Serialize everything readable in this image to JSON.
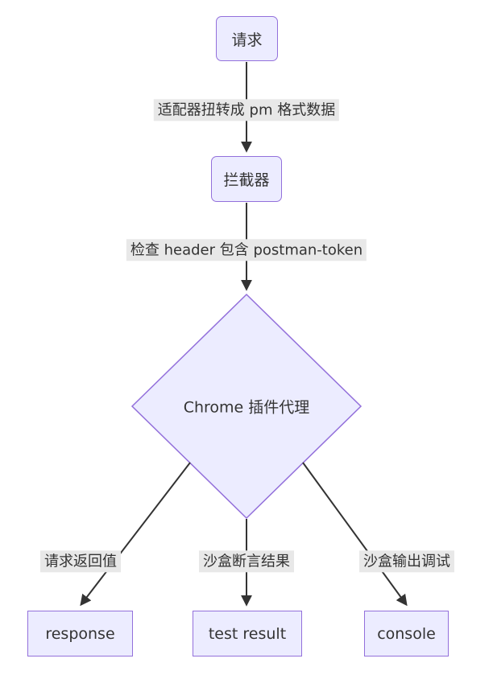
{
  "diagram": {
    "type": "flowchart",
    "colors": {
      "node_fill": "#ECECFF",
      "node_border": "#9370DB",
      "edge_label_bg": "#e8e8e8",
      "line": "#333333",
      "text": "#333333",
      "background": "#ffffff"
    },
    "nodes": {
      "request": {
        "label": "请求"
      },
      "interceptor": {
        "label": "拦截器"
      },
      "proxy": {
        "label": "Chrome 插件代理"
      },
      "response": {
        "label": "response"
      },
      "test_result": {
        "label": "test result"
      },
      "console": {
        "label": "console"
      }
    },
    "edges": {
      "request_to_interceptor": {
        "label": "适配器扭转成 pm 格式数据"
      },
      "interceptor_to_proxy": {
        "label": "检查 header 包含 postman-token"
      },
      "proxy_to_response": {
        "label": "请求返回值"
      },
      "proxy_to_test_result": {
        "label": "沙盒断言结果"
      },
      "proxy_to_console": {
        "label": "沙盒输出调试"
      }
    }
  }
}
